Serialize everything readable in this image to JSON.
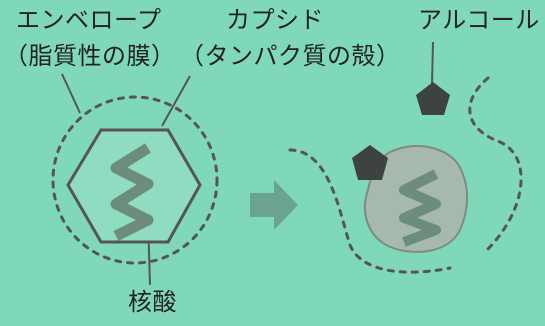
{
  "labels": {
    "envelope": "エンベロープ",
    "envelope_sub": "（脂質性の膜）",
    "capsid": "カプシド",
    "capsid_sub": "（タンパク質の殻）",
    "alcohol": "アルコール",
    "nucleic_acid": "核酸"
  },
  "colors": {
    "background": "#7fd9b8",
    "line": "#555555",
    "capsid_fill": "#8fdcc0",
    "nucleic_acid": "#6c8c7e",
    "alcohol_molecule": "#3c4340",
    "damaged_virus_fill": "#a7b8ae",
    "arrow": "#6aa48f"
  },
  "icons": {
    "alcohol_molecule": "pentagon-icon",
    "arrow": "right-arrow-icon",
    "nucleic_acid": "zigzag-coil-icon"
  }
}
